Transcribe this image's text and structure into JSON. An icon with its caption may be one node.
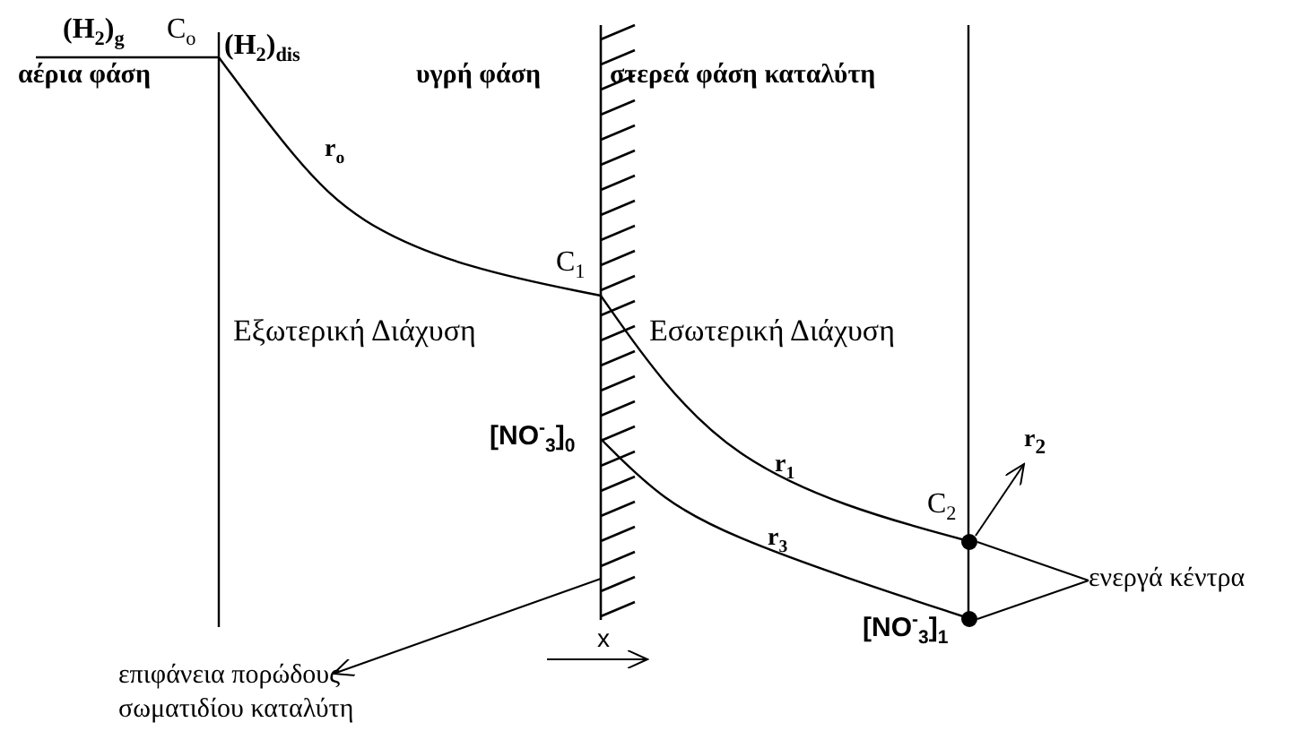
{
  "diagram": {
    "nodes": [
      {
        "text": [
          "ενεργά κέντρα"
        ]
      },
      {
        "text": [],
        "shape": "circle"
      },
      {
        "text": [],
        "shape": "circle"
      },
      {
        "text": [
          "επιφάνεια πορώδους σωματιδίου καταλύτη"
        ]
      },
      {
        "text": [],
        "shape": "bar"
      },
      {
        "text": [
          "r$_{2}$"
        ]
      }
    ],
    "edges": [
      {
        "from": 0,
        "to": 1,
        "arrow": "none"
      },
      {
        "from": 0,
        "to": 2,
        "arrow": "none"
      },
      {
        "from": 4,
        "to": 3,
        "arrow": "to"
      },
      {
        "from": 1,
        "to": 5,
        "arrow": "to"
      }
    ],
    "labels": [
      "(H$_{2}$)$_{g}$",
      "C$_{o}$",
      "αέρια φάση",
      "(H$_{2}$)$_{dis}$",
      "υγρή φάση",
      "στερεά φάση καταλύτη",
      "r$_{o}$",
      "C$_{1}$",
      "Εξωτερική Διάχυση",
      "Εσωτερική Διάχυση",
      "[NO$^{-}$$_{3}$]$_{0}$",
      "r$_{1}$",
      "C$_{2}$",
      "r$_{3}$",
      "[NO$^{-}$$_{3}$]$_{1}$",
      "x"
    ]
  }
}
